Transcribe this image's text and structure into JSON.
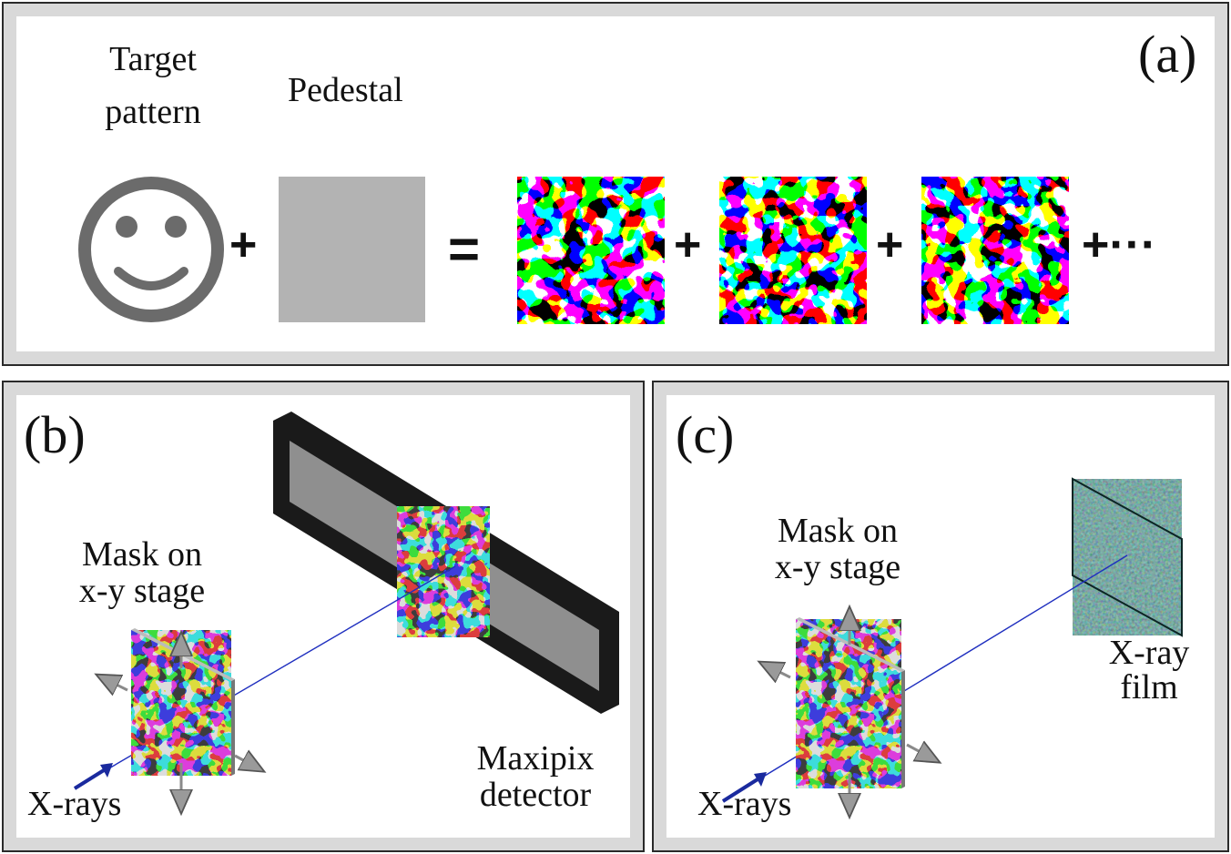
{
  "panels": {
    "a": {
      "tag": "(a)",
      "target_line1": "Target",
      "target_line2": "pattern",
      "pedestal": "Pedestal",
      "op_plus": "+",
      "op_equals": "=",
      "ellipsis": "+···",
      "smiley_color": "#6b6b6b",
      "pedestal_color": "#b3b3b3"
    },
    "b": {
      "tag": "(b)",
      "mask_line1": "Mask on",
      "mask_line2": "x-y stage",
      "xrays": "X-rays",
      "detector_line1": "Maxipix",
      "detector_line2": "detector"
    },
    "c": {
      "tag": "(c)",
      "mask_line1": "Mask on",
      "mask_line2": "x-y stage",
      "xrays": "X-rays",
      "film_line1": "X-ray",
      "film_line2": "film"
    }
  },
  "colors": {
    "beam": "#1f2fbf",
    "arrow_xray": "#1a2a9e",
    "film": "#1d4a48",
    "detector_frame": "#1a1a1a",
    "detector_glass": "#8f8f8f"
  },
  "icons": [
    "smiley-icon",
    "xray-arrow-icon",
    "stage-axis-arrow-icon"
  ]
}
